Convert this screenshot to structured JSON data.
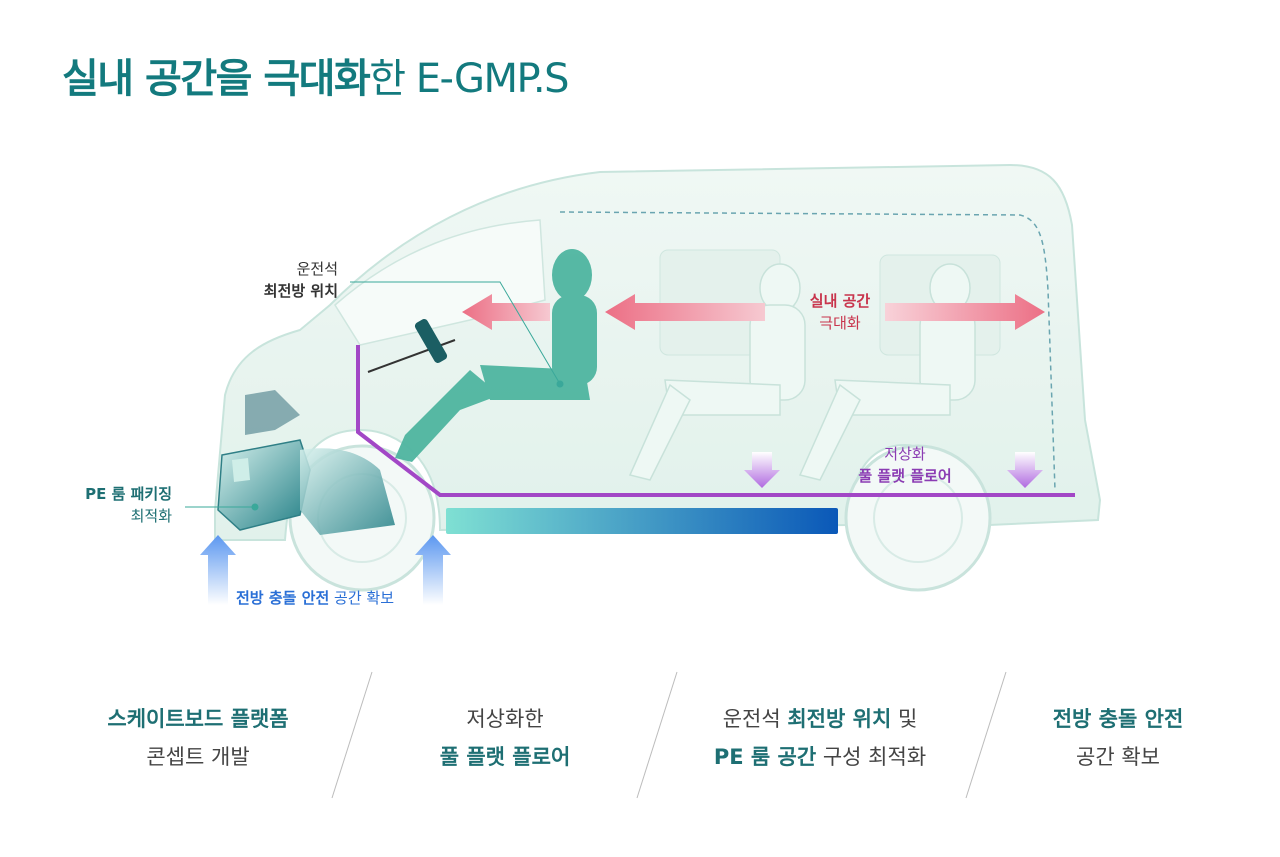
{
  "title": {
    "bold": "실내 공간을 극대화",
    "light": "한 E-GMP.S"
  },
  "labels": {
    "driver_position": {
      "line1": "운전석",
      "line2": "최전방 위치"
    },
    "interior_space": {
      "line1": "실내 공간",
      "line2": "극대화"
    },
    "low_floor": {
      "line1": "저상화",
      "line2": "풀 플랫 플로어"
    },
    "pe_room": {
      "line1": "PE 룸 패키징",
      "line2": "최적화"
    },
    "front_crash": {
      "bold": "전방 충돌 안전",
      "plain": "공간 확보"
    }
  },
  "bottom_items": [
    {
      "line1_bold": "스케이트보드 플랫폼",
      "line2": "콘셉트 개발"
    },
    {
      "line1": "저상화한",
      "line2_bold": "풀 플랫 플로어"
    },
    {
      "line1_plain": "운전석 ",
      "line1_bold": "최전방 위치",
      "line1_tail": " 및",
      "line2_bold": "PE 룸 공간",
      "line2_tail": " 구성 최적화"
    },
    {
      "line1_bold": "전방 충돌 안전",
      "line2": "공간 확보"
    }
  ],
  "colors": {
    "teal": "#137a7e",
    "red_label": "#c8344c",
    "purple": "#9b3bbf",
    "blue": "#2a6fd6",
    "battery_start": "#7fe0d3",
    "battery_end": "#0a58b8"
  },
  "icons": [
    "steering-wheel-icon",
    "seat-icon",
    "battery-icon"
  ]
}
